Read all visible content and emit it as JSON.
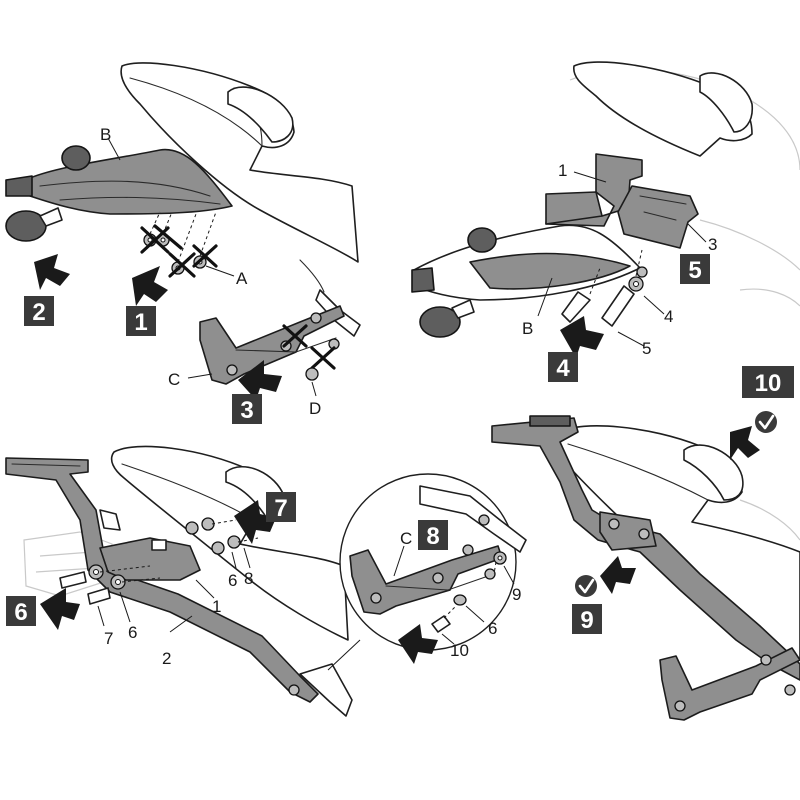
{
  "panel1": {
    "labels": {
      "b": "B",
      "a": "A",
      "c": "C",
      "d": "D"
    },
    "steps": [
      "1",
      "2",
      "3"
    ]
  },
  "panel2": {
    "labels": {
      "n1": "1",
      "n3": "3",
      "b": "B",
      "n4": "4",
      "n5": "5"
    },
    "steps": [
      "4",
      "5"
    ]
  },
  "panel3": {
    "labels": {
      "n6a": "6",
      "n8": "8",
      "n1": "1",
      "n7": "7",
      "n6b": "6",
      "n2": "2"
    },
    "steps": [
      "6",
      "7"
    ]
  },
  "panel4": {
    "labels": {
      "c": "C",
      "n9": "9",
      "n6": "6",
      "n10": "10"
    },
    "steps": [
      "8"
    ]
  },
  "panel5": {
    "steps": [
      "10",
      "9"
    ]
  }
}
